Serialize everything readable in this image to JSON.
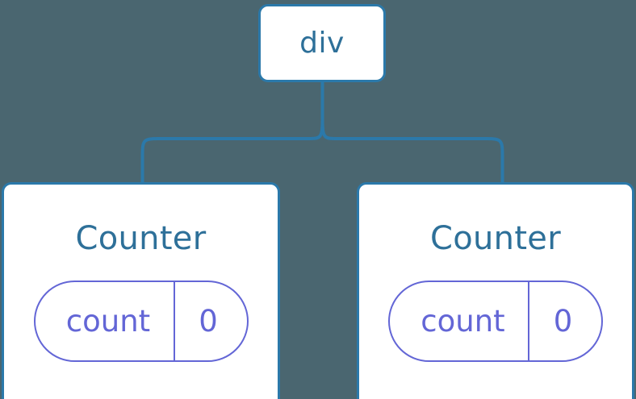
{
  "diagram": {
    "type": "component-tree",
    "background_color": "#4a6670",
    "node_border_color": "#2b79aa",
    "node_fill_color": "#ffffff",
    "node_title_color": "#2e7099",
    "state_color": "#6366d6",
    "connector_color": "#2b79aa",
    "root": {
      "label": "div"
    },
    "children": [
      {
        "label": "Counter",
        "state": {
          "key": "count",
          "value": "0"
        }
      },
      {
        "label": "Counter",
        "state": {
          "key": "count",
          "value": "0"
        }
      }
    ]
  }
}
